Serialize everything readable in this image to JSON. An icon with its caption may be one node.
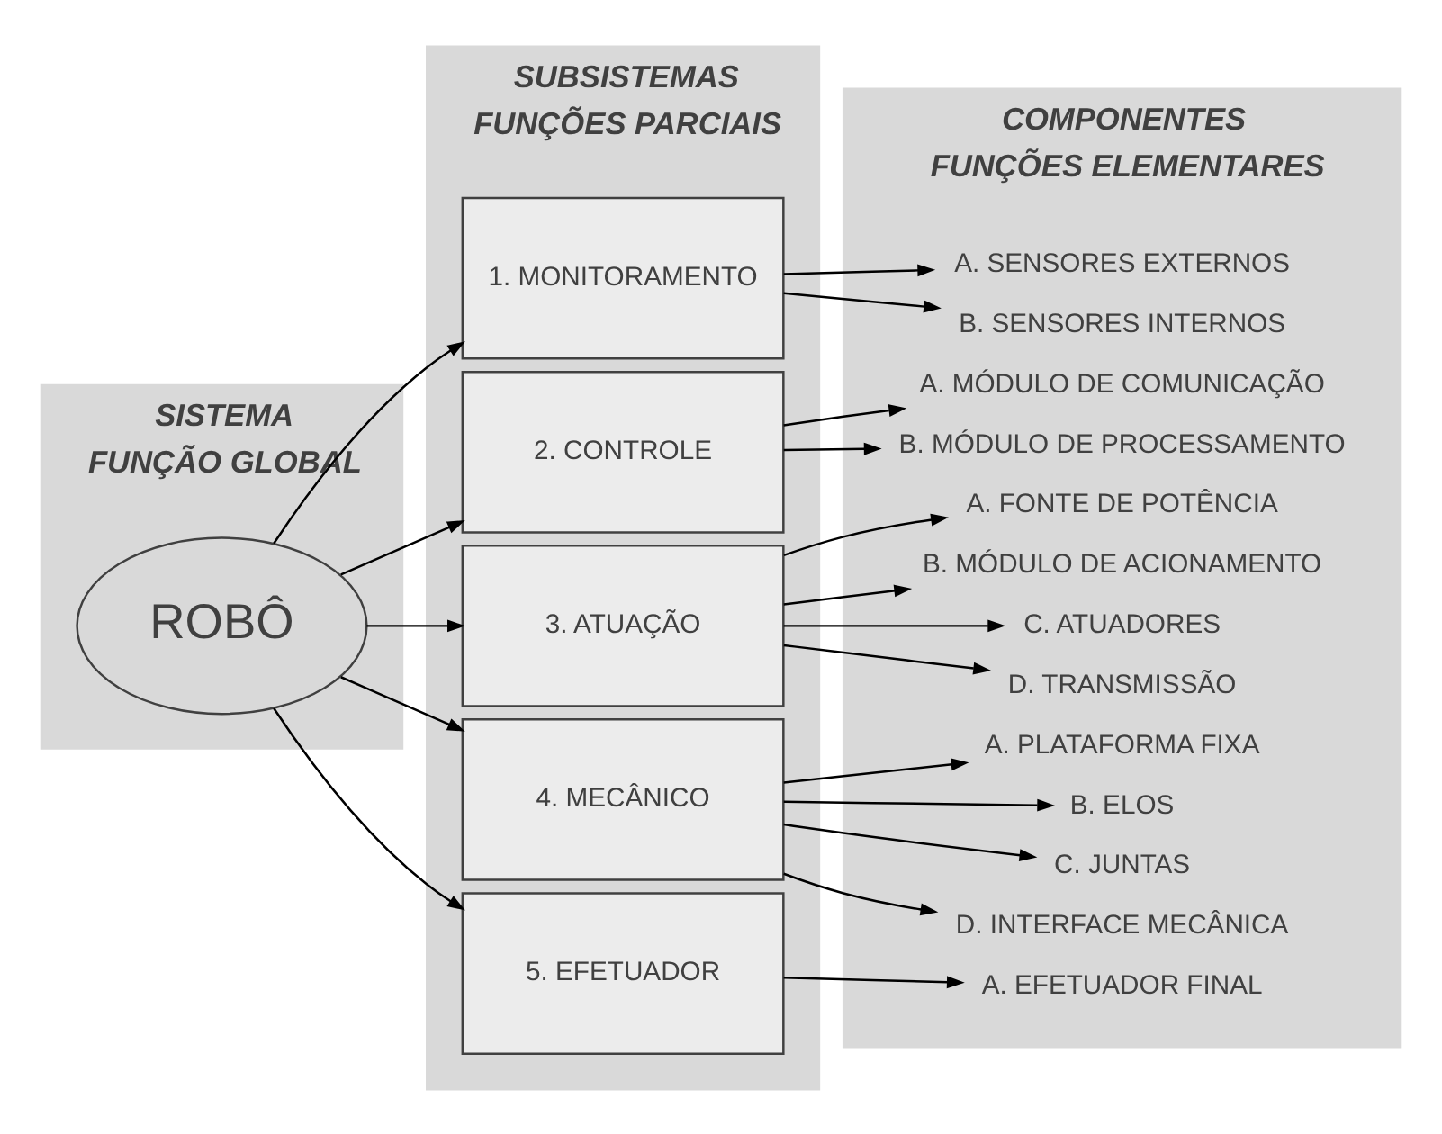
{
  "diagram": {
    "nodes": [
      {
        "text": [
          "SISTEMA",
          "FUNÇÃO GLOBAL"
        ]
      },
      {
        "text": [
          "SUBSISTEMAS",
          "FUNÇÕES PARCIAIS"
        ]
      },
      {
        "text": [
          "COMPONENTES",
          "FUNÇÕES ELEMENTARES"
        ]
      },
      {
        "text": [
          "ROBÔ"
        ],
        "in": 0
      },
      {
        "text": [
          "1. MONITORAMENTO"
        ],
        "in": 1
      },
      {
        "text": [
          "2. CONTROLE"
        ],
        "in": 1
      },
      {
        "text": [
          "3. ATUAÇÃO"
        ],
        "in": 1
      },
      {
        "text": [
          "4. MECÂNICO"
        ],
        "in": 1
      },
      {
        "text": [
          "5. EFETUADOR"
        ],
        "in": 1
      },
      {
        "text": [
          "A. SENSORES EXTERNOS"
        ],
        "in": 2
      },
      {
        "text": [
          "B. SENSORES INTERNOS"
        ],
        "in": 2
      },
      {
        "text": [
          "A. MÓDULO DE COMUNICAÇÃO"
        ],
        "in": 2
      },
      {
        "text": [
          "B. MÓDULO DE PROCESSAMENTO"
        ],
        "in": 2
      },
      {
        "text": [
          "A. FONTE DE POTÊNCIA"
        ],
        "in": 2
      },
      {
        "text": [
          "B. MÓDULO DE ACIONAMENTO"
        ],
        "in": 2
      },
      {
        "text": [
          "C. ATUADORES"
        ],
        "in": 2
      },
      {
        "text": [
          "D. TRANSMISSÃO"
        ],
        "in": 2
      },
      {
        "text": [
          "A. PLATAFORMA FIXA"
        ],
        "in": 2
      },
      {
        "text": [
          "B. ELOS"
        ],
        "in": 2
      },
      {
        "text": [
          "C. JUNTAS"
        ],
        "in": 2
      },
      {
        "text": [
          "D. INTERFACE MECÂNICA"
        ],
        "in": 2
      },
      {
        "text": [
          "A. EFETUADOR FINAL"
        ],
        "in": 2
      }
    ],
    "edges": [
      {
        "from": 3,
        "to": 4,
        "arrow": "to"
      },
      {
        "from": 3,
        "to": 5,
        "arrow": "to"
      },
      {
        "from": 3,
        "to": 6,
        "arrow": "to"
      },
      {
        "from": 3,
        "to": 7,
        "arrow": "to"
      },
      {
        "from": 3,
        "to": 8,
        "arrow": "to"
      },
      {
        "from": 4,
        "to": 9,
        "arrow": "to"
      },
      {
        "from": 4,
        "to": 10,
        "arrow": "to"
      },
      {
        "from": 5,
        "to": 11,
        "arrow": "to"
      },
      {
        "from": 5,
        "to": 12,
        "arrow": "to"
      },
      {
        "from": 6,
        "to": 13,
        "arrow": "to"
      },
      {
        "from": 6,
        "to": 14,
        "arrow": "to"
      },
      {
        "from": 6,
        "to": 15,
        "arrow": "to"
      },
      {
        "from": 6,
        "to": 16,
        "arrow": "to"
      },
      {
        "from": 7,
        "to": 17,
        "arrow": "to"
      },
      {
        "from": 7,
        "to": 18,
        "arrow": "to"
      },
      {
        "from": 7,
        "to": 19,
        "arrow": "to"
      },
      {
        "from": 7,
        "to": 20,
        "arrow": "to"
      },
      {
        "from": 8,
        "to": 21,
        "arrow": "to"
      }
    ]
  }
}
